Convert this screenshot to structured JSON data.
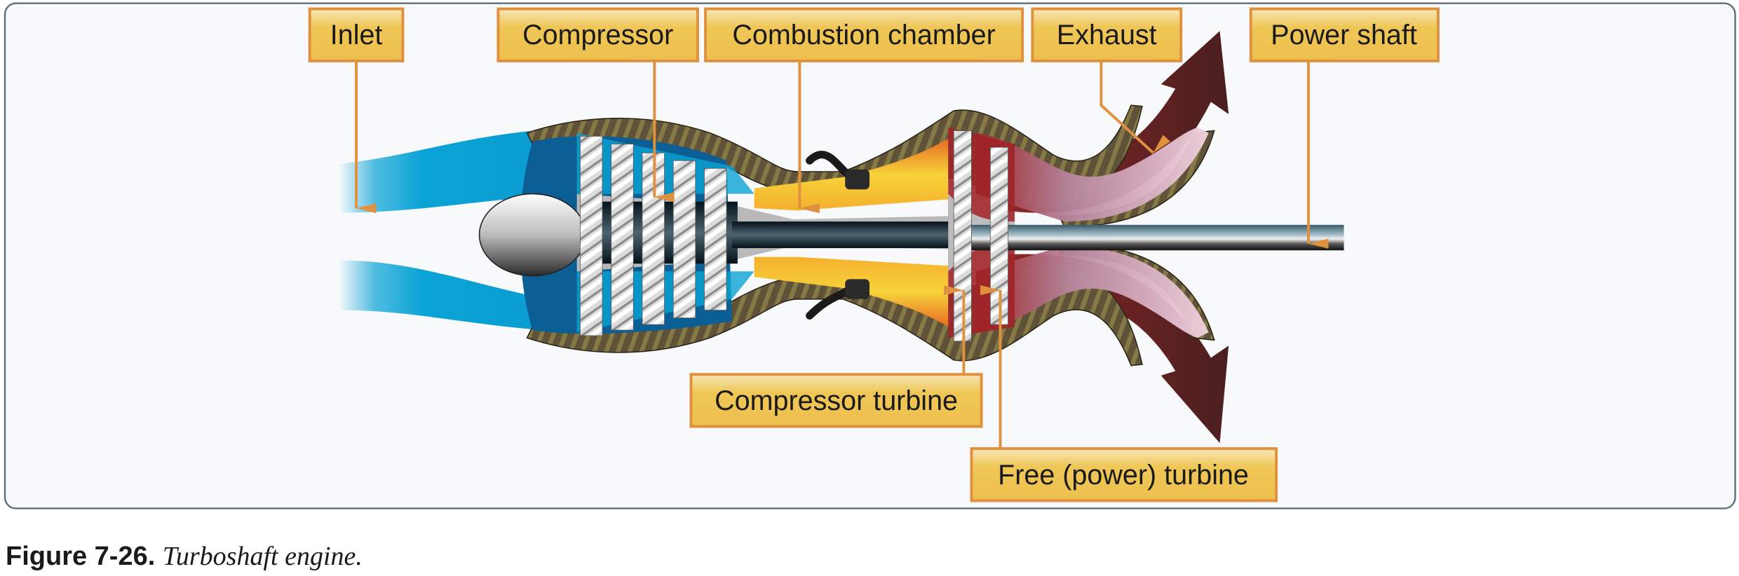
{
  "diagram": {
    "subject": "Turboshaft engine cutaway",
    "labels": {
      "inlet": "Inlet",
      "compressor": "Compressor",
      "combustion_chamber": "Combustion chamber",
      "exhaust": "Exhaust",
      "power_shaft": "Power shaft",
      "compressor_turbine": "Compressor turbine",
      "free_power_turbine": "Free (power) turbine"
    },
    "colors": {
      "label_fill": "#edc04e",
      "label_border": "#e0913f",
      "leader_line": "#e0913f",
      "frame_border": "#5d6f78",
      "frame_bg": "#f7f9fb",
      "airflow_blue": "#0aa3d6",
      "casing_brown": "#5f5238",
      "exhaust_red": "#7a2020",
      "flame_yellow": "#f4c23a"
    }
  },
  "caption": {
    "figure_number": "Figure 7-26.",
    "title": "Turboshaft engine."
  }
}
